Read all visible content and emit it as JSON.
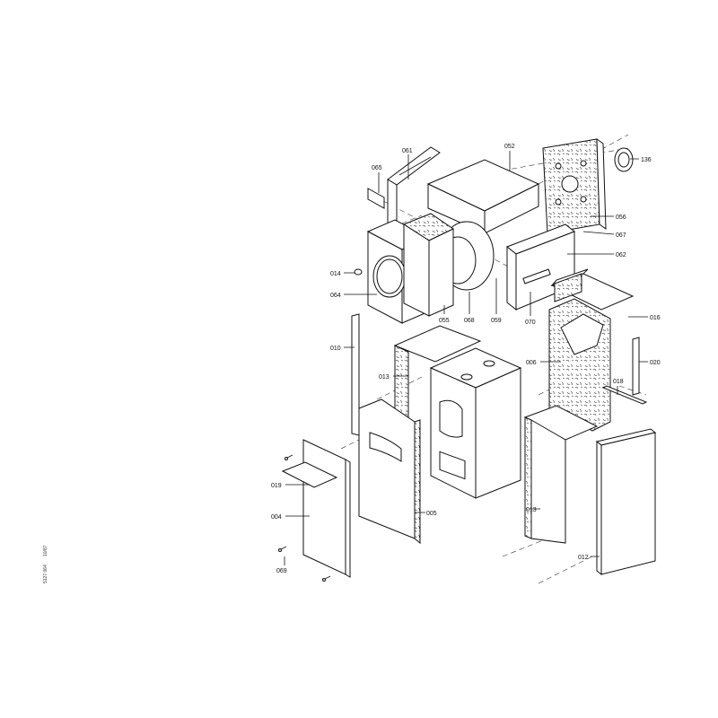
{
  "document_code": "5127 064",
  "document_date": "10/87",
  "labels": [
    "061",
    "065",
    "052",
    "136",
    "056",
    "067",
    "062",
    "014",
    "064",
    "055",
    "068",
    "059",
    "070",
    "016",
    "010",
    "006",
    "020",
    "013",
    "018",
    "019",
    "004",
    "005",
    "013",
    "012",
    "069"
  ]
}
